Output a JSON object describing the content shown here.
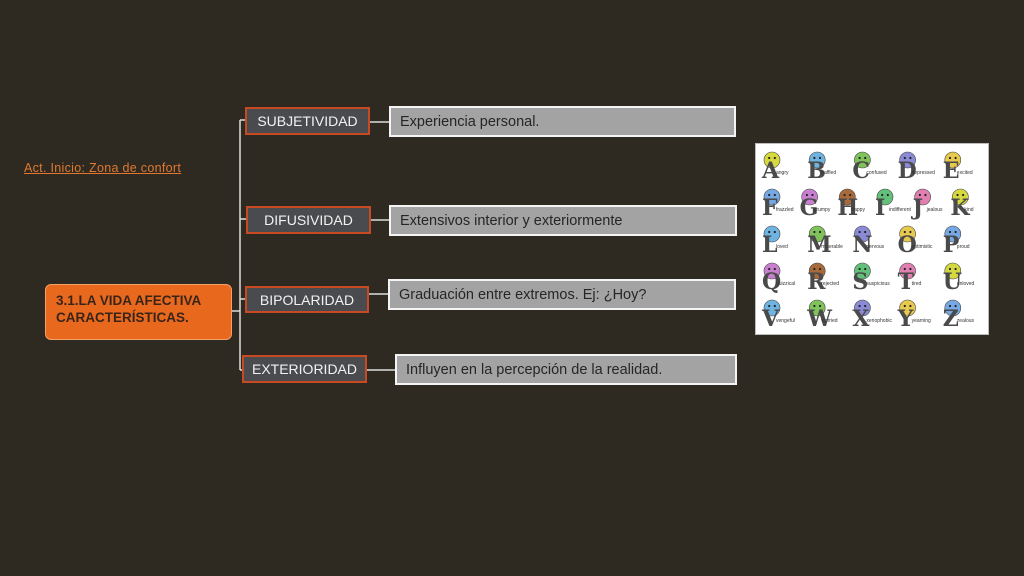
{
  "link": {
    "text": "Act. Inicio: Zona de confort"
  },
  "root": {
    "line1": "3.1.LA VIDA AFECTIVA",
    "line2": "CARACTERÍSTICAS."
  },
  "branches": [
    {
      "label": "SUBJETIVIDAD",
      "description": "Experiencia personal."
    },
    {
      "label": "DIFUSIVIDAD",
      "description": "Extensivos interior y exteriormente"
    },
    {
      "label": "BIPOLARIDAD",
      "description": "Graduación entre extremos. Ej: ¿Hoy?"
    },
    {
      "label": "EXTERIORIDAD",
      "description": "Influyen en la percepción de la realidad."
    }
  ],
  "picture": {
    "letters": [
      "A",
      "B",
      "C",
      "D",
      "E",
      "F",
      "G",
      "H",
      "I",
      "J",
      "K",
      "L",
      "M",
      "N",
      "O",
      "P",
      "Q",
      "R",
      "S",
      "T",
      "U",
      "V",
      "W",
      "X",
      "Y",
      "Z"
    ],
    "words": [
      "angry",
      "baffled",
      "confused",
      "depressed",
      "excited",
      "frazzled",
      "grumpy",
      "happy",
      "indifferent",
      "jealous",
      "kind",
      "loved",
      "miserable",
      "nervous",
      "optimistic",
      "proud",
      "quizzical",
      "rejected",
      "suspicious",
      "tired",
      "unloved",
      "vengeful",
      "worried",
      "xenophobic",
      "yearning",
      "zealous"
    ]
  },
  "colors": {
    "background": "#2e2a22",
    "accent": "#e8691e",
    "link": "#e0792f",
    "category_border": "#c84a22",
    "category_fill": "#4a4b4f",
    "description_fill": "#a3a3a3"
  }
}
